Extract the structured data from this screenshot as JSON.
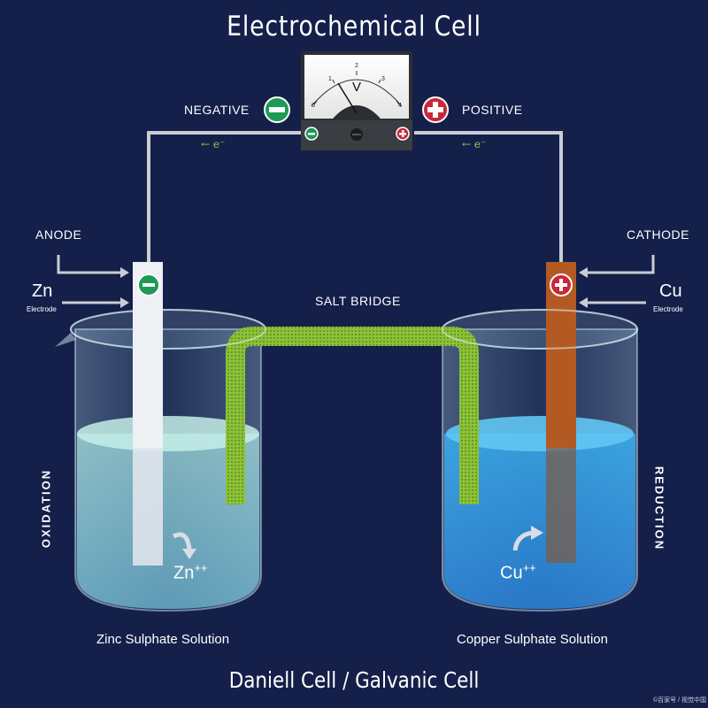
{
  "title": "Electrochemical Cell",
  "subtitle": "Daniell Cell / Galvanic Cell",
  "meter": {
    "unit": "V",
    "scale": [
      "0",
      "1",
      "2",
      "3",
      "4"
    ],
    "minus_terminal": "−",
    "plus_terminal": "+"
  },
  "terminals": {
    "negative_label": "NEGATIVE",
    "positive_label": "POSITIVE"
  },
  "electron_flow": {
    "left": "← e⁻",
    "right": "← e⁻"
  },
  "left_side": {
    "role_label": "ANODE",
    "electrode_symbol": "Zn",
    "electrode_caption": "Electrode",
    "process_label": "OXIDATION",
    "ion_label": "Zn",
    "ion_charge": "++",
    "solution_label": "Zinc Sulphate Solution"
  },
  "right_side": {
    "role_label": "CATHODE",
    "electrode_symbol": "Cu",
    "electrode_caption": "Electrode",
    "process_label": "REDUCTION",
    "ion_label": "Cu",
    "ion_charge": "++",
    "solution_label": "Copper Sulphate Solution"
  },
  "salt_bridge_label": "SALT BRIDGE",
  "watermark": "©百家号 / 视觉中国",
  "colors": {
    "background": "#14204a",
    "wire": "#c9ccd3",
    "negative": "#1e9a55",
    "positive": "#c8283a",
    "zinc": "#e6e8ee",
    "copper": "#b35a22",
    "salt_bridge": "#9bd13a",
    "zinc_solution": "#9fdde3",
    "copper_solution": "#2a9de8"
  }
}
